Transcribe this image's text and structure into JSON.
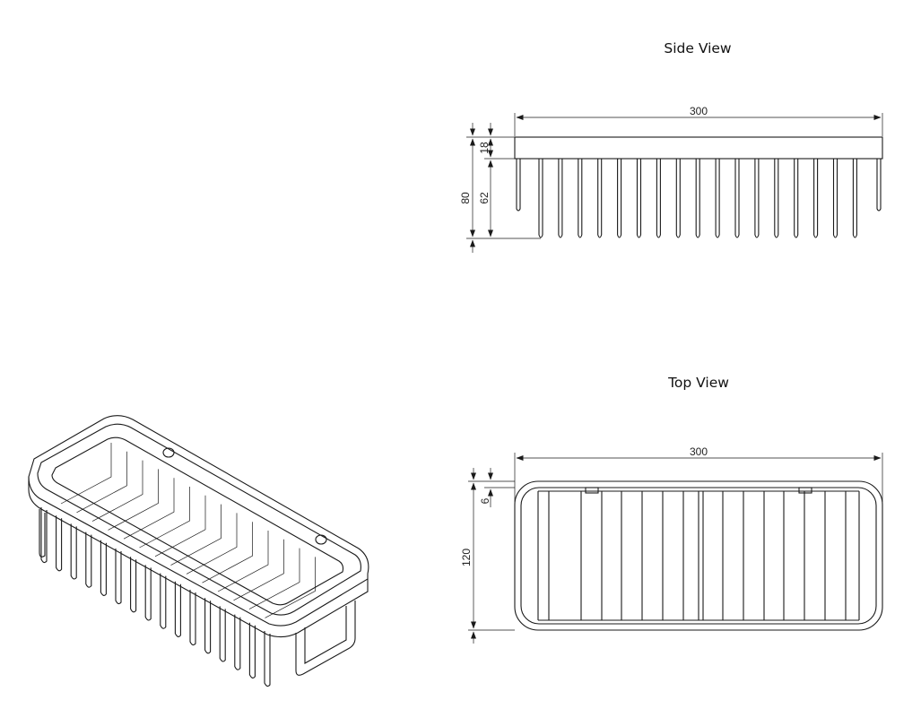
{
  "views": {
    "side": {
      "title": "Side View",
      "dims": {
        "length": "300",
        "rim": "18",
        "wires": "62",
        "total_height": "80"
      }
    },
    "top": {
      "title": "Top View",
      "dims": {
        "length": "300",
        "bracket": "6",
        "depth": "120"
      }
    }
  }
}
